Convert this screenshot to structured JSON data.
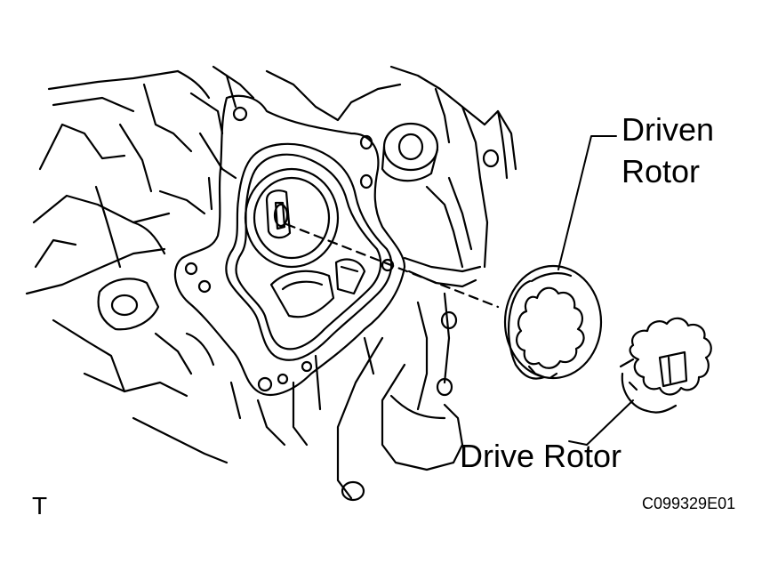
{
  "labels": {
    "driven_rotor_line1": "Driven",
    "driven_rotor_line2": "Rotor",
    "drive_rotor": "Drive Rotor"
  },
  "corner_mark": "T",
  "figure_code": "C099329E01",
  "colors": {
    "line": "#000000",
    "background": "#ffffff"
  }
}
